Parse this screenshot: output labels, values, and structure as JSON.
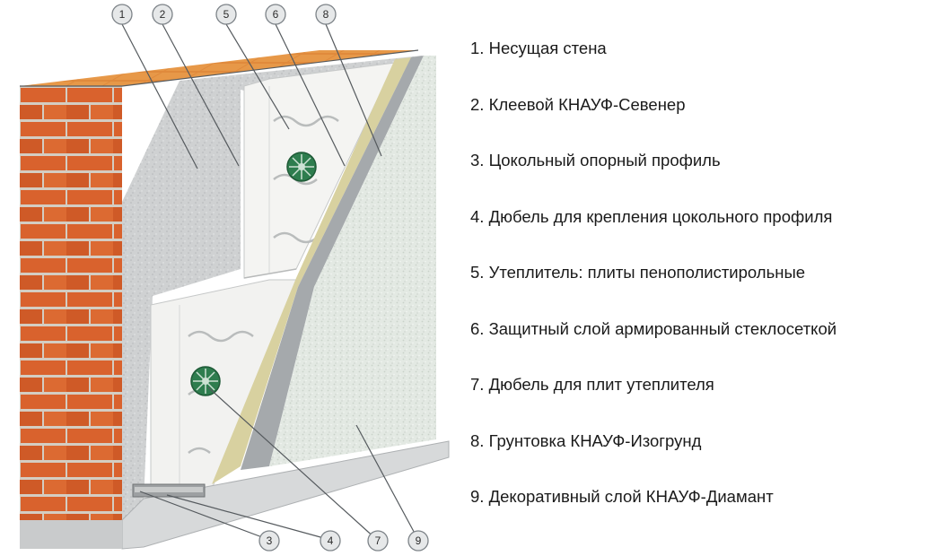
{
  "callouts": {
    "top": [
      "1",
      "2",
      "5",
      "6",
      "8"
    ],
    "bottom": [
      "3",
      "4",
      "7",
      "9"
    ]
  },
  "legend": [
    {
      "num": "1.",
      "text": "Несущая стена"
    },
    {
      "num": "2.",
      "text": "Клеевой КНАУФ-Севенер"
    },
    {
      "num": "3.",
      "text": "Цокольный опорный профиль"
    },
    {
      "num": "4.",
      "text": "Дюбель для крепления цокольного профиля"
    },
    {
      "num": "5.",
      "text": "Утеплитель: плиты пенополистирольные"
    },
    {
      "num": "6.",
      "text": "Защитный слой армированный стеклосеткой"
    },
    {
      "num": "7.",
      "text": "Дюбель для плит утеплителя"
    },
    {
      "num": "8.",
      "text": "Грунтовка КНАУФ-Изогрунд"
    },
    {
      "num": "9.",
      "text": "Декоративный слой КНАУФ-Диамант"
    }
  ],
  "colors": {
    "brick": "#d9622d",
    "mortar": "#d9d2c8",
    "adhesive": "#cfd1d2",
    "insulation": "#f4f4f2",
    "reinforcement": "#d8d1a0",
    "primer": "#a5a9ac",
    "decor": "#dfe6df",
    "dowel": "#2e7d4e"
  }
}
